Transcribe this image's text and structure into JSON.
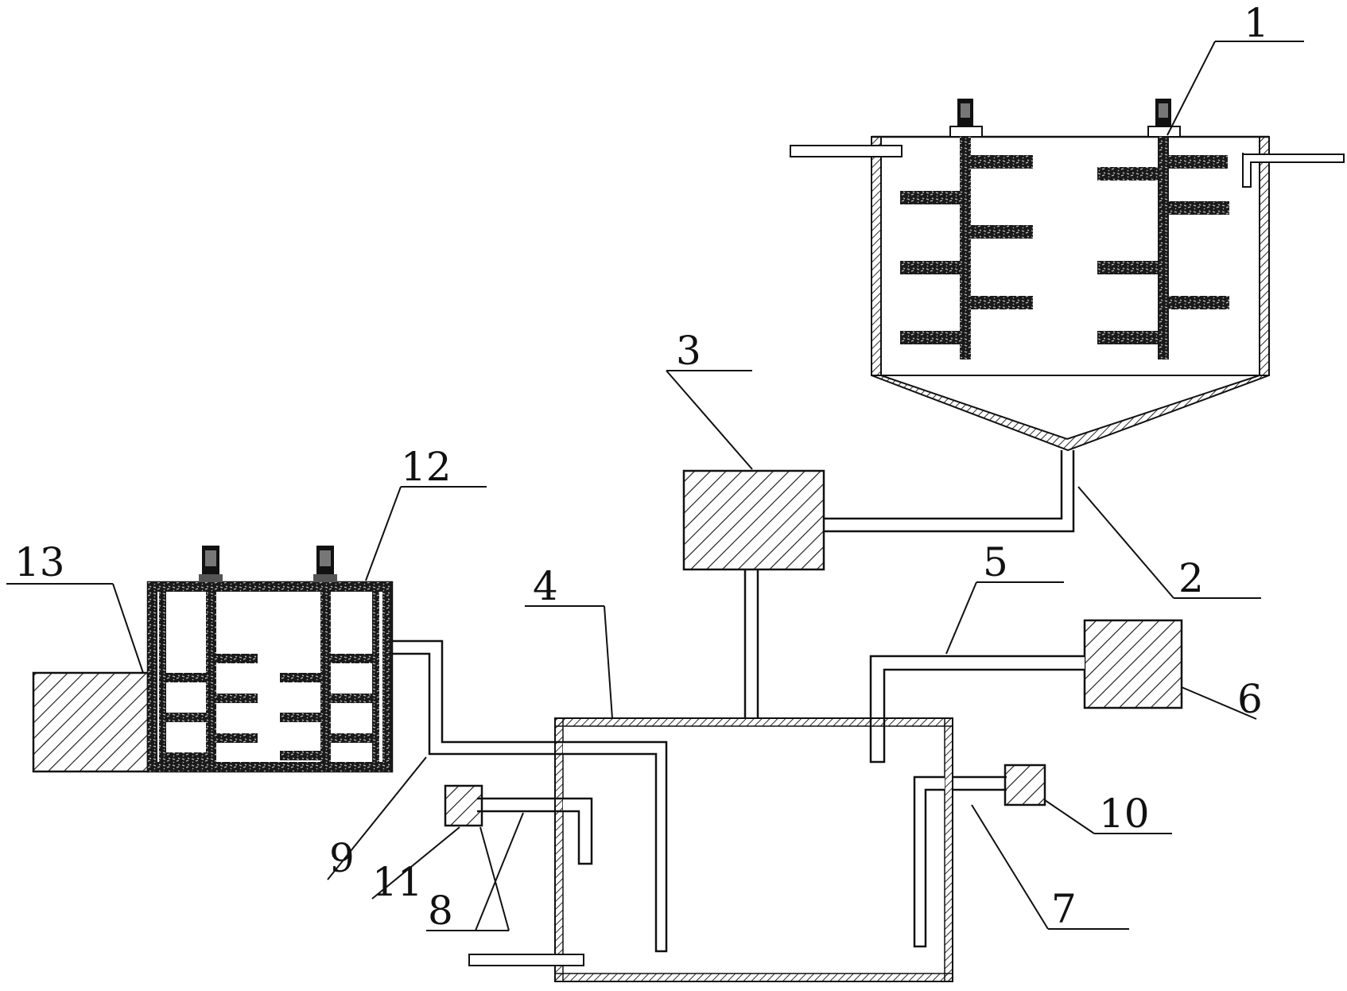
{
  "labels": {
    "l1": "1",
    "l2": "2",
    "l3": "3",
    "l4": "4",
    "l5": "5",
    "l6": "6",
    "l7": "7",
    "l8": "8",
    "l9": "9",
    "l10": "10",
    "l11": "11",
    "l12": "12",
    "l13": "13"
  },
  "colors": {
    "ink": "#111111",
    "background": "#ffffff"
  }
}
